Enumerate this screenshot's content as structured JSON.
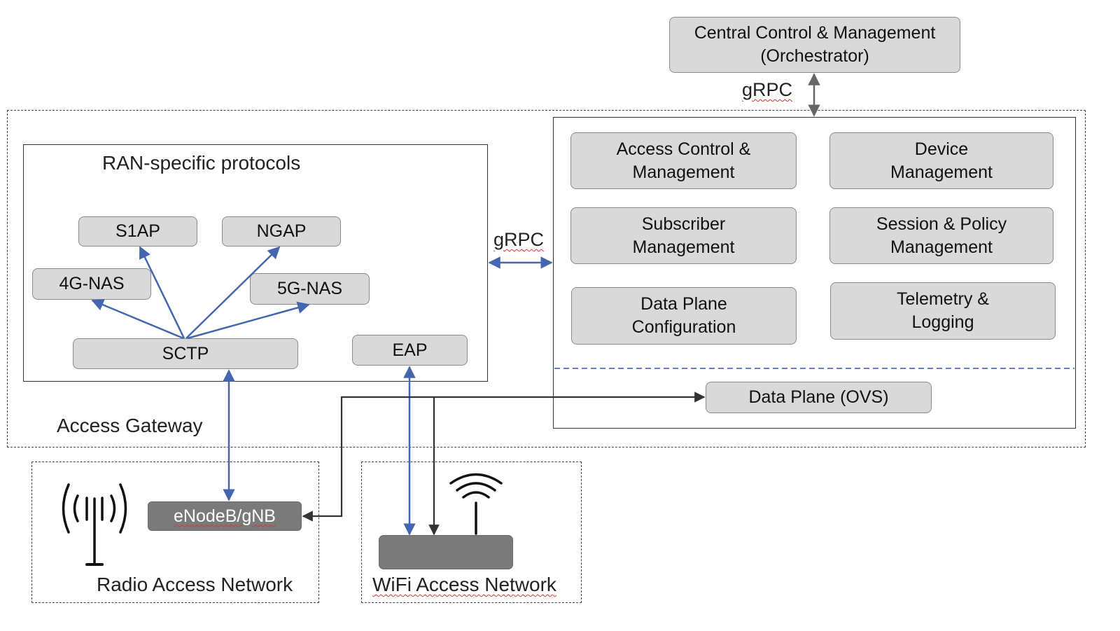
{
  "orchestrator": {
    "line1": "Central Control & Management",
    "line2": "(Orchestrator)"
  },
  "grpc_top": "gRPC",
  "grpc_mid": "gRPC",
  "access_gateway": {
    "label": "Access Gateway"
  },
  "ran_protocols": {
    "title": "RAN-specific protocols",
    "s1ap": "S1AP",
    "ngap": "NGAP",
    "nas4g": "4G-NAS",
    "nas5g": "5G-NAS",
    "sctp": "SCTP",
    "eap": "EAP"
  },
  "services": {
    "access_control": {
      "line1": "Access Control &",
      "line2": "Management"
    },
    "device_mgmt": {
      "line1": "Device",
      "line2": "Management"
    },
    "subscriber_mgmt": {
      "line1": "Subscriber",
      "line2": "Management"
    },
    "session_policy": {
      "line1": "Session & Policy",
      "line2": "Management"
    },
    "data_plane_config": {
      "line1": "Data Plane",
      "line2": "Configuration"
    },
    "telemetry": {
      "line1": "Telemetry &",
      "line2": "Logging"
    },
    "data_plane_ovs": "Data Plane (OVS)"
  },
  "ran": {
    "enodeb": "eNodeB/gNB",
    "label": "Radio Access Network"
  },
  "wifi": {
    "label": "WiFi Access Network"
  },
  "colors": {
    "blue_arrow": "#4466b0",
    "dark_arrow": "#333333",
    "box_fill": "#d9d9d9",
    "device_fill": "#7a7a7a",
    "separator": "#6b7fb8"
  }
}
